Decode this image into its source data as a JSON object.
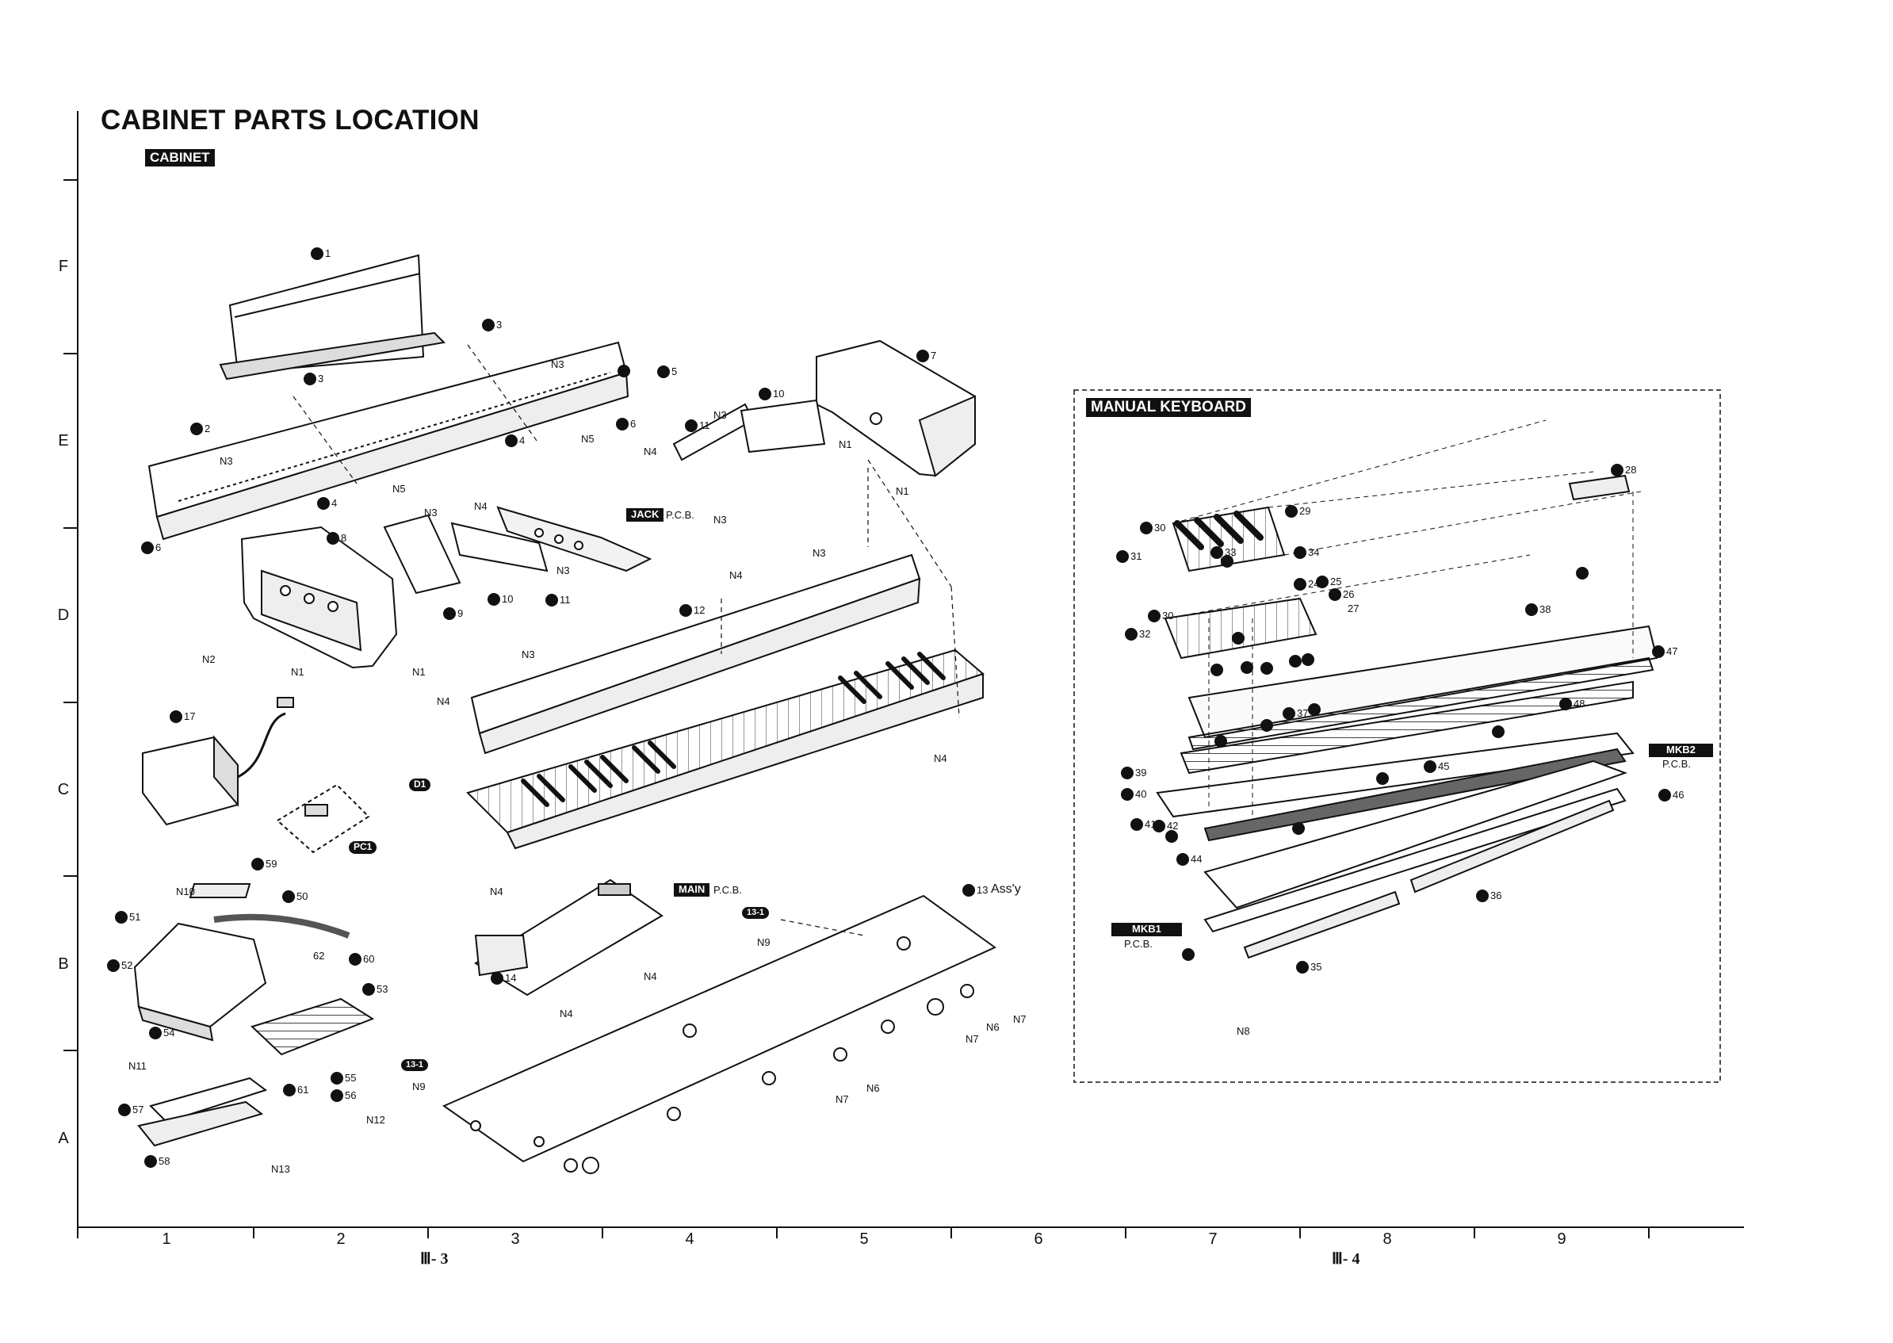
{
  "title": "CABINET PARTS LOCATION",
  "section_cabinet": "CABINET",
  "section_manual_keyboard": "MANUAL KEYBOARD",
  "pcb_labels": {
    "jack": "JACK",
    "main": "MAIN",
    "mkb1": "MKB1",
    "mkb2": "MKB2",
    "pcb_suffix": "P.C.B."
  },
  "assy_label": "Ass'y",
  "tags": {
    "d1": "D1",
    "pc1": "PC1",
    "n13_1a": "13-1",
    "n13_1b": "13-1"
  },
  "column_numbers": [
    "1",
    "2",
    "3",
    "4",
    "5",
    "6",
    "7",
    "8",
    "9"
  ],
  "row_letters": [
    "F",
    "E",
    "D",
    "C",
    "B",
    "A"
  ],
  "page_refs": [
    "Ⅲ- 3",
    "Ⅲ- 4"
  ],
  "callouts": {
    "c1": "1",
    "c2": "2",
    "c3a": "3",
    "c3b": "3",
    "c4a": "4",
    "c4b": "4",
    "c5": "5",
    "c6a": "6",
    "c6b": "6",
    "c7": "7",
    "c8": "8",
    "c9": "9",
    "c10a": "10",
    "c10b": "10",
    "c11a": "11",
    "c11b": "11",
    "c12": "12",
    "c13": "13",
    "c14": "14",
    "c17": "17",
    "c24": "24",
    "c25": "25",
    "c26": "26",
    "c27": "27",
    "c28": "28",
    "c29": "29",
    "c30a": "30",
    "c30b": "30",
    "c31": "31",
    "c32": "32",
    "c33": "33",
    "c34": "34",
    "c35": "35",
    "c36": "36",
    "c37": "37",
    "c38": "38",
    "c39": "39",
    "c40": "40",
    "c41": "41",
    "c42": "42",
    "c44": "44",
    "c45": "45",
    "c46": "46",
    "c47": "47",
    "c48": "48",
    "c50": "50",
    "c51": "51",
    "c52": "52",
    "c53": "53",
    "c54": "54",
    "c55": "55",
    "c56": "56",
    "c57": "57",
    "c58": "58",
    "c59": "59",
    "c60": "60",
    "c61": "61",
    "c62": "62"
  },
  "nuts": {
    "n3a": "N3",
    "n3b": "N3",
    "n3c": "N3",
    "n3d": "N3",
    "n3e": "N3",
    "n3f": "N3",
    "n3g": "N3",
    "n3h": "N3",
    "n5a": "N5",
    "n5b": "N5",
    "n4a": "N4",
    "n4b": "N4",
    "n4c": "N4",
    "n4d": "N4",
    "n4e": "N4",
    "n4f": "N4",
    "n4g": "N4",
    "n4h": "N4",
    "n1a": "N1",
    "n1b": "N1",
    "n1c": "N1",
    "n1d": "N1",
    "n2": "N2",
    "n10": "N10",
    "n9a": "N9",
    "n9b": "N9",
    "n11": "N11",
    "n12": "N12",
    "n13": "N13",
    "n6a": "N6",
    "n6b": "N6",
    "n7a": "N7",
    "n7b": "N7",
    "n7c": "N7",
    "n8": "N8"
  }
}
